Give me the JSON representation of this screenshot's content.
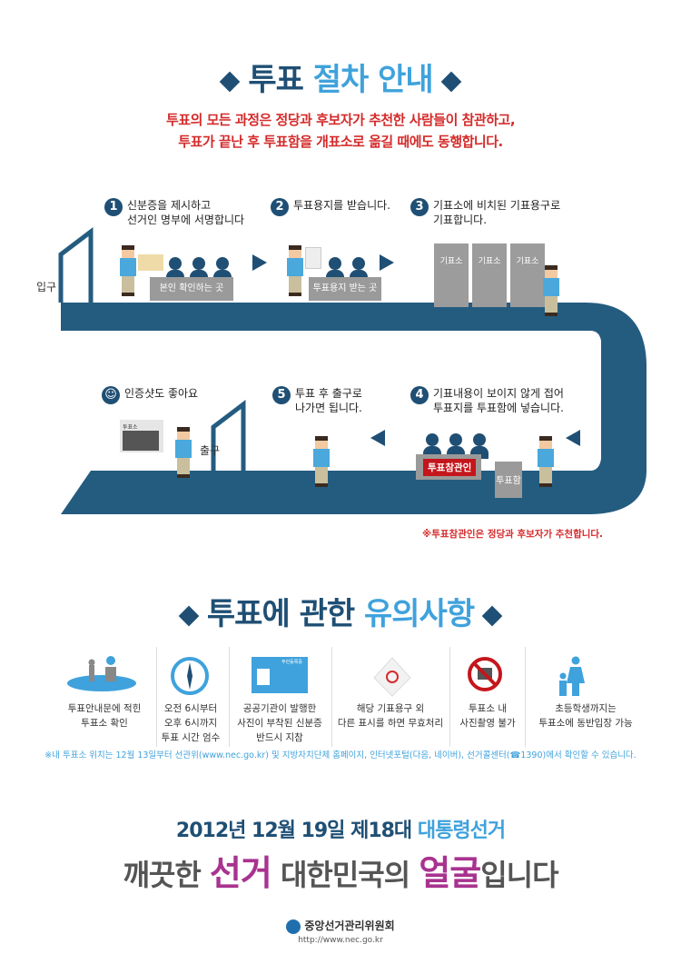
{
  "section1": {
    "title_a": "투표",
    "title_b": "절차 안내",
    "subtitle": [
      "투표의 모든 과정은 정당과 후보자가 추천한 사람들이 참관하고,",
      "투표가 끝난 후 투표함을 개표소로 옮길 때에도 동행합니다."
    ]
  },
  "flow": {
    "entrance": "입구",
    "exit": "출구",
    "steps": [
      {
        "num": "1",
        "text": [
          "신분증을 제시하고",
          "선거인 명부에 서명합니다"
        ]
      },
      {
        "num": "2",
        "text": [
          "투표용지를 받습니다."
        ]
      },
      {
        "num": "3",
        "text": [
          "기표소에 비치된 기표용구로",
          "기표합니다."
        ]
      },
      {
        "num": "4",
        "text": [
          "기표내용이 보이지 않게 접어",
          "투표지를 투표함에 넣습니다."
        ]
      },
      {
        "num": "5",
        "text": [
          "투표 후 출구로",
          "나가면 됩니다."
        ]
      },
      {
        "num": "☺",
        "text": [
          "인증샷도 좋아요"
        ]
      }
    ],
    "desk1": "본인 확인하는 곳",
    "desk2": "투표용지 받는 곳",
    "booth": "기표소",
    "observer": "투표참관인",
    "ballot_box": "투표함",
    "photo_sign": "투표소",
    "footnote": "※투표참관인은 정당과 후보자가 추천합니다."
  },
  "section2": {
    "title_a": "투표에 관한",
    "title_b": "유의사항",
    "tips": [
      {
        "icon": "map-pin-icon",
        "text": [
          "투표안내문에 적힌",
          "투표소 확인"
        ]
      },
      {
        "icon": "clock-icon",
        "text": [
          "오전 6시부터",
          "오후 6시까지",
          "투표 시간 엄수"
        ]
      },
      {
        "icon": "id-card-icon",
        "text": [
          "공공기관이 발행한",
          "사진이 부착된 신분증",
          "반드시 지참"
        ],
        "card_label": "주민등록증"
      },
      {
        "icon": "ballot-stamp-icon",
        "text": [
          "해당 기표용구 외",
          "다른 표시를 하면 무효처리"
        ]
      },
      {
        "icon": "no-camera-icon",
        "text": [
          "투표소 내",
          "사진촬영 불가"
        ]
      },
      {
        "icon": "parent-child-icon",
        "text": [
          "초등학생까지는",
          "투표소에 동반입장 가능"
        ]
      }
    ],
    "note": "※내 투표소 위치는 12월 13일부터 선관위(www.nec.go.kr) 및 지방자치단체 홈페이지, 인터넷포털(다음, 네이버), 선거콜센터(☎1390)에서 확인할 수 있습니다."
  },
  "footer": {
    "date": "2012년 12월 19일  제18대",
    "election": "대통령선거",
    "slogan": {
      "a": "깨끗한 ",
      "b": "선거",
      "c": " 대한민국의 ",
      "d": "얼굴",
      "e": "입니다"
    },
    "org": "중앙선거관리위원회",
    "url": "http://www.nec.go.kr"
  },
  "colors": {
    "navy": "#1f4f74",
    "sky": "#3fa2dc",
    "red": "#d52b2b",
    "magenta": "#a8338f",
    "track": "#245c80"
  }
}
